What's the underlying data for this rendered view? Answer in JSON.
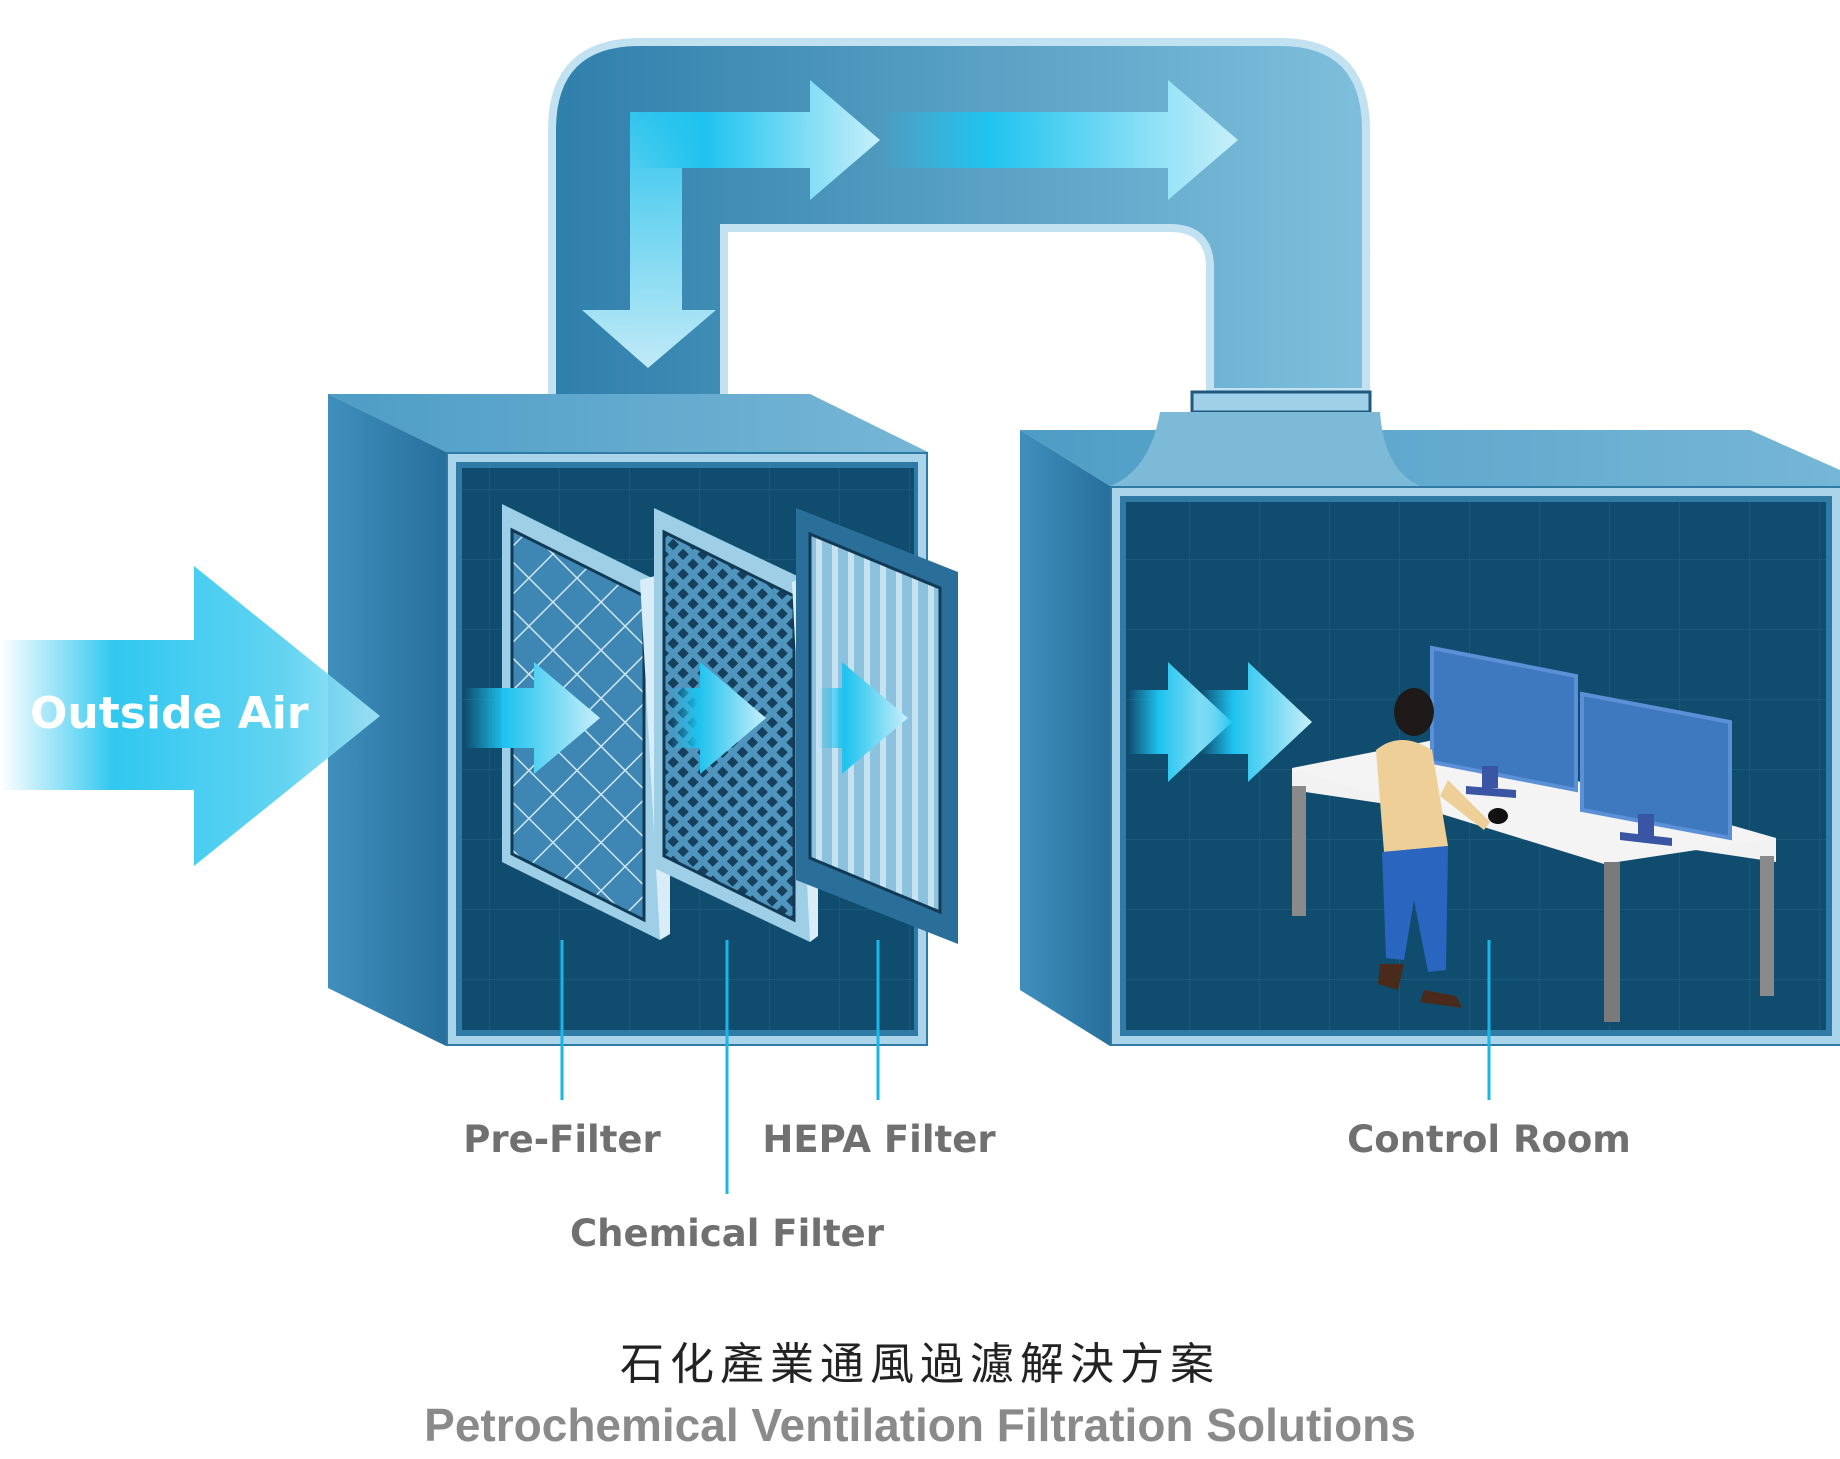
{
  "diagram": {
    "title_zh": "石化產業通風過濾解決方案",
    "title_en": "Petrochemical Ventilation Filtration Solutions",
    "inlet_label": "Outside Air",
    "filters": [
      {
        "label": "Pre-Filter",
        "media": "diamond-mesh"
      },
      {
        "label": "Chemical Filter",
        "media": "dense-mesh"
      },
      {
        "label": "HEPA Filter",
        "media": "pleated"
      }
    ],
    "room_label": "Control Room",
    "flow": [
      "Outside Air",
      "Pre-Filter",
      "Chemical Filter",
      "HEPA Filter",
      "Duct",
      "Control Room"
    ],
    "colors": {
      "arrow": "#1ec3ef",
      "box_front": "#2d7ba8",
      "box_interior": "#0f4c6e",
      "frame": "#a9d4ea",
      "leader_line": "#1ab7e6",
      "label_text": "#707070",
      "title_zh": "#222222",
      "title_en": "#8a8a8a"
    }
  }
}
